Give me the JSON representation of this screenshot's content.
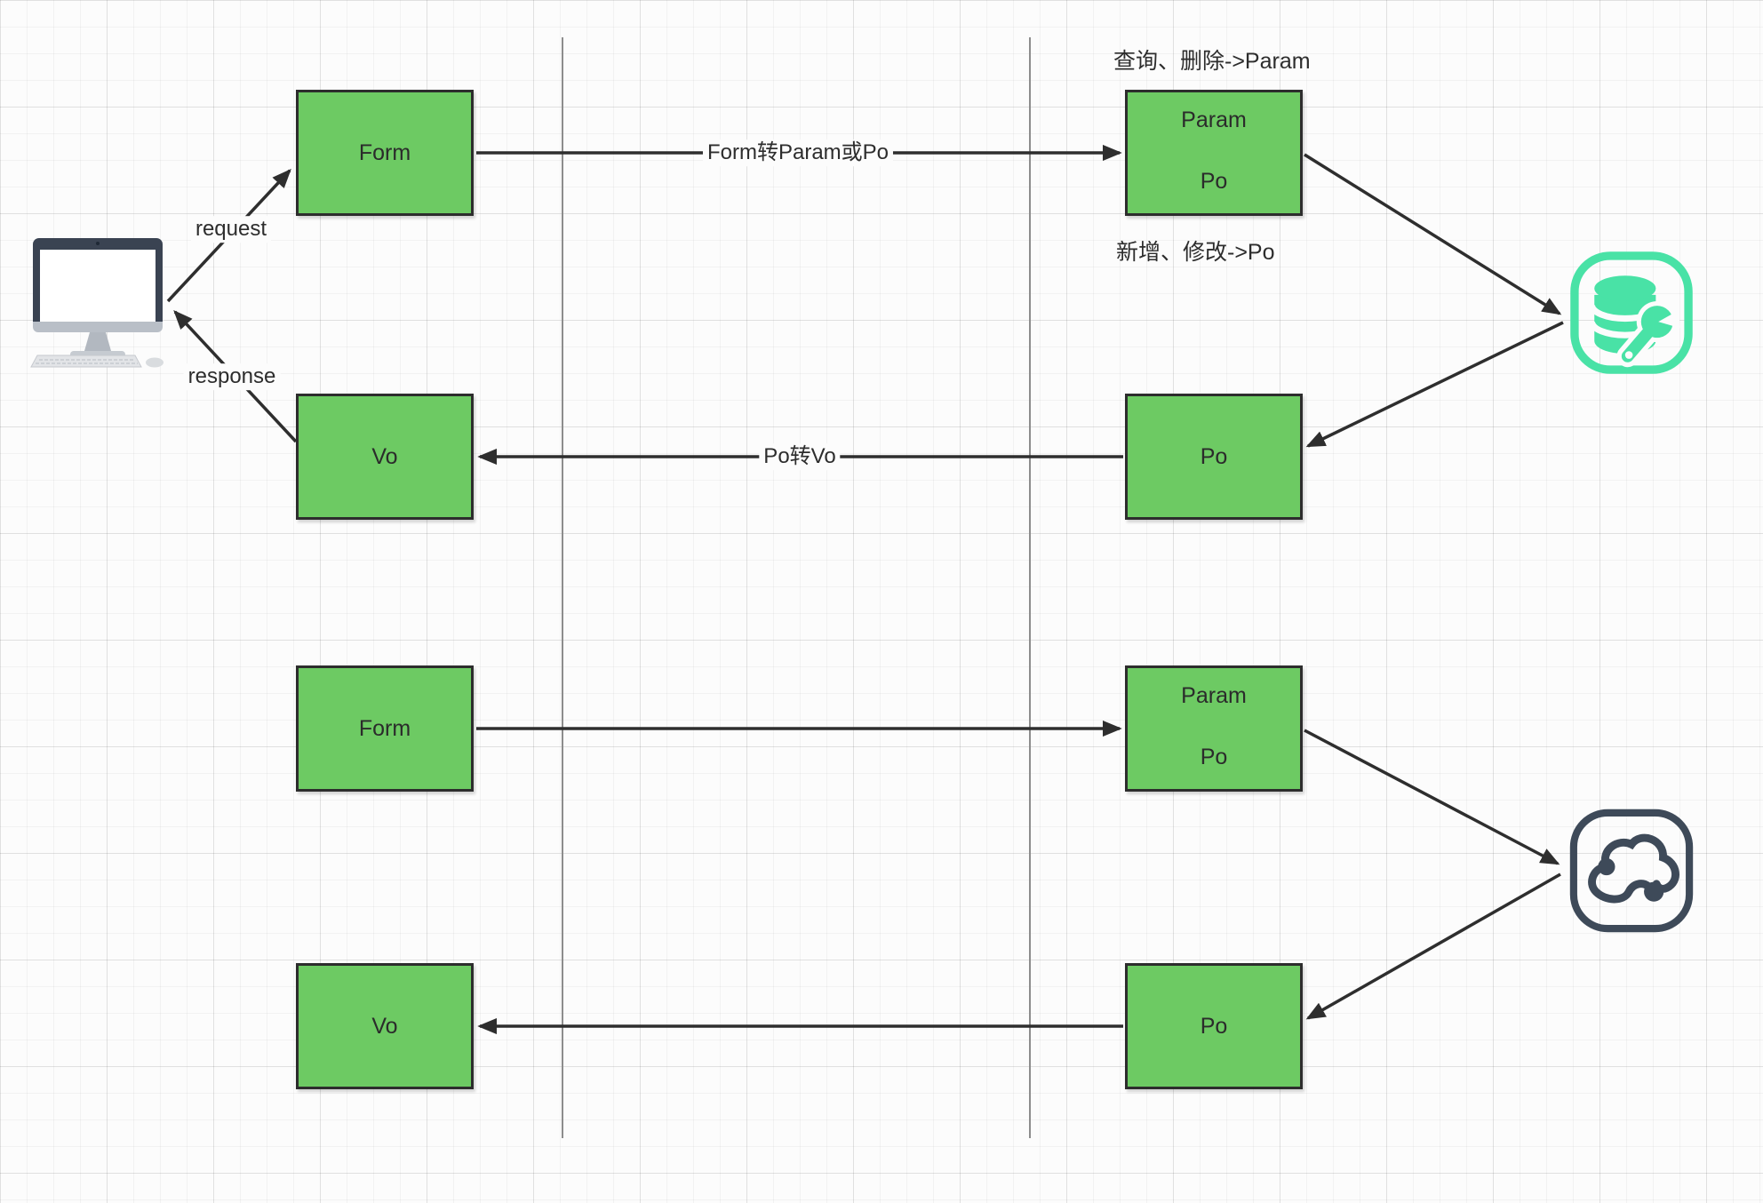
{
  "diagram": {
    "title": "form-param-po-vo-conversion-flow",
    "nodes": {
      "form_top": {
        "label": "Form"
      },
      "param_po_top": {
        "line1": "Param",
        "line2": "Po"
      },
      "vo_top": {
        "label": "Vo"
      },
      "po_top": {
        "label": "Po"
      },
      "form_bottom": {
        "label": "Form"
      },
      "param_po_bottom": {
        "line1": "Param",
        "line2": "Po"
      },
      "vo_bottom": {
        "label": "Vo"
      },
      "po_bottom": {
        "label": "Po"
      }
    },
    "edge_labels": {
      "request": "request",
      "response": "response",
      "form_to_param": "Form转Param或Po",
      "po_to_vo": "Po转Vo"
    },
    "annotations": {
      "query_delete": "查询、删除->Param",
      "add_modify": "新增、修改->Po"
    },
    "icons": {
      "client": "desktop-computer",
      "top_right": "database-maintenance",
      "bottom_right": "cloud-service"
    },
    "colors": {
      "node_fill": "#6dca63",
      "node_border": "#2d2d2d",
      "edge": "#2e2e2e",
      "lane_divider": "#8d8d8d",
      "database_icon": "#49e2a6",
      "cloud_icon": "#3e4a59",
      "computer_bezel": "#3a4352"
    }
  }
}
